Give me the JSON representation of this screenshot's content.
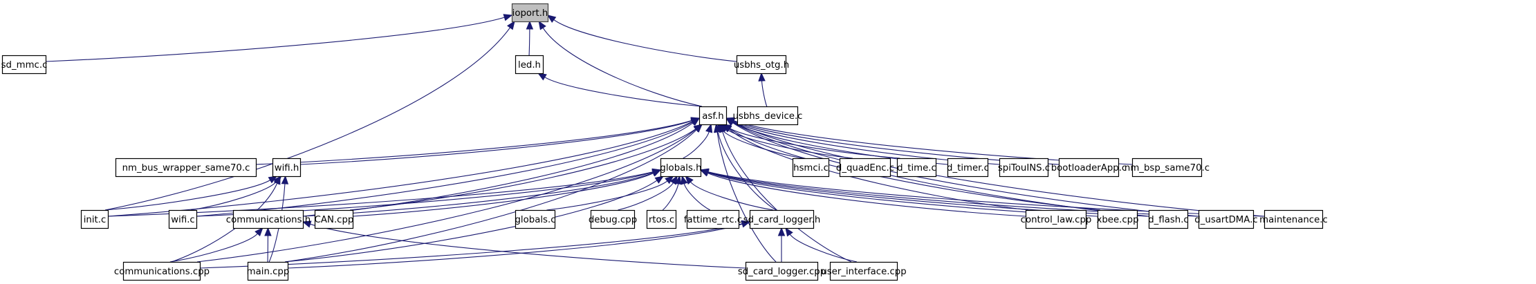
{
  "diagram": {
    "type": "include-dependency-graph",
    "root": "ioport.h",
    "colors": {
      "edge": "#191970",
      "root_fill": "#bfbfbf",
      "node_fill": "#ffffff",
      "node_border": "#000000"
    },
    "nodes": [
      {
        "id": "ioport_h",
        "label": "ioport.h"
      },
      {
        "id": "sd_mmc_c",
        "label": "sd_mmc.c"
      },
      {
        "id": "led_h",
        "label": "led.h"
      },
      {
        "id": "usbhs_otg_h",
        "label": "usbhs_otg.h"
      },
      {
        "id": "asf_h",
        "label": "asf.h"
      },
      {
        "id": "usbhs_device_c",
        "label": "usbhs_device.c"
      },
      {
        "id": "nm_bus_wrapper_same70_c",
        "label": "nm_bus_wrapper_same70.c"
      },
      {
        "id": "wifi_h",
        "label": "wifi.h"
      },
      {
        "id": "globals_h",
        "label": "globals.h"
      },
      {
        "id": "hsmci_c",
        "label": "hsmci.c"
      },
      {
        "id": "d_quadEnc_c",
        "label": "d_quadEnc.c"
      },
      {
        "id": "d_time_c",
        "label": "d_time.c"
      },
      {
        "id": "d_timer_c",
        "label": "d_timer.c"
      },
      {
        "id": "spiTouINS_c",
        "label": "spiTouINS.c"
      },
      {
        "id": "bootloaderApp_c",
        "label": "bootloaderApp.c"
      },
      {
        "id": "nm_bsp_same70_c",
        "label": "nm_bsp_same70.c"
      },
      {
        "id": "init_c",
        "label": "init.c"
      },
      {
        "id": "wifi_c",
        "label": "wifi.c"
      },
      {
        "id": "communications_h",
        "label": "communications.h"
      },
      {
        "id": "CAN_cpp",
        "label": "CAN.cpp"
      },
      {
        "id": "globals_c",
        "label": "globals.c"
      },
      {
        "id": "debug_cpp",
        "label": "debug.cpp"
      },
      {
        "id": "rtos_c",
        "label": "rtos.c"
      },
      {
        "id": "fattime_rtc_c",
        "label": "fattime_rtc.c"
      },
      {
        "id": "sd_card_logger_h",
        "label": "sd_card_logger.h"
      },
      {
        "id": "control_law_cpp",
        "label": "control_law.cpp"
      },
      {
        "id": "xbee_cpp",
        "label": "xbee.cpp"
      },
      {
        "id": "d_flash_c",
        "label": "d_flash.c"
      },
      {
        "id": "d_usartDMA_c",
        "label": "d_usartDMA.c"
      },
      {
        "id": "maintenance_c",
        "label": "maintenance.c"
      },
      {
        "id": "communications_cpp",
        "label": "communications.cpp"
      },
      {
        "id": "main_cpp",
        "label": "main.cpp"
      },
      {
        "id": "sd_card_logger_cpp",
        "label": "sd_card_logger.cpp"
      },
      {
        "id": "user_interface_cpp",
        "label": "user_interface.cpp"
      }
    ],
    "edges": [
      {
        "from": "sd_mmc_c",
        "to": "ioport_h"
      },
      {
        "from": "init_c",
        "to": "ioport_h"
      },
      {
        "from": "led_h",
        "to": "ioport_h"
      },
      {
        "from": "asf_h",
        "to": "ioport_h"
      },
      {
        "from": "usbhs_otg_h",
        "to": "ioport_h"
      },
      {
        "from": "asf_h",
        "to": "led_h"
      },
      {
        "from": "usbhs_device_c",
        "to": "usbhs_otg_h"
      },
      {
        "from": "nm_bus_wrapper_same70_c",
        "to": "asf_h"
      },
      {
        "from": "wifi_h",
        "to": "asf_h"
      },
      {
        "from": "globals_h",
        "to": "asf_h"
      },
      {
        "from": "hsmci_c",
        "to": "asf_h"
      },
      {
        "from": "d_quadEnc_c",
        "to": "asf_h"
      },
      {
        "from": "d_time_c",
        "to": "asf_h"
      },
      {
        "from": "d_timer_c",
        "to": "asf_h"
      },
      {
        "from": "spiTouINS_c",
        "to": "asf_h"
      },
      {
        "from": "bootloaderApp_c",
        "to": "asf_h"
      },
      {
        "from": "nm_bsp_same70_c",
        "to": "asf_h"
      },
      {
        "from": "init_c",
        "to": "asf_h"
      },
      {
        "from": "wifi_c",
        "to": "asf_h"
      },
      {
        "from": "communications_h",
        "to": "asf_h"
      },
      {
        "from": "CAN_cpp",
        "to": "asf_h"
      },
      {
        "from": "sd_card_logger_h",
        "to": "asf_h"
      },
      {
        "from": "control_law_cpp",
        "to": "asf_h"
      },
      {
        "from": "xbee_cpp",
        "to": "asf_h"
      },
      {
        "from": "d_flash_c",
        "to": "asf_h"
      },
      {
        "from": "d_usartDMA_c",
        "to": "asf_h"
      },
      {
        "from": "maintenance_c",
        "to": "asf_h"
      },
      {
        "from": "communications_cpp",
        "to": "asf_h"
      },
      {
        "from": "main_cpp",
        "to": "asf_h"
      },
      {
        "from": "sd_card_logger_cpp",
        "to": "asf_h"
      },
      {
        "from": "user_interface_cpp",
        "to": "asf_h"
      },
      {
        "from": "init_c",
        "to": "wifi_h"
      },
      {
        "from": "wifi_c",
        "to": "wifi_h"
      },
      {
        "from": "communications_cpp",
        "to": "wifi_h"
      },
      {
        "from": "main_cpp",
        "to": "wifi_h"
      },
      {
        "from": "init_c",
        "to": "globals_h"
      },
      {
        "from": "wifi_c",
        "to": "globals_h"
      },
      {
        "from": "communications_h",
        "to": "globals_h"
      },
      {
        "from": "CAN_cpp",
        "to": "globals_h"
      },
      {
        "from": "globals_c",
        "to": "globals_h"
      },
      {
        "from": "debug_cpp",
        "to": "globals_h"
      },
      {
        "from": "rtos_c",
        "to": "globals_h"
      },
      {
        "from": "fattime_rtc_c",
        "to": "globals_h"
      },
      {
        "from": "sd_card_logger_h",
        "to": "globals_h"
      },
      {
        "from": "control_law_cpp",
        "to": "globals_h"
      },
      {
        "from": "xbee_cpp",
        "to": "globals_h"
      },
      {
        "from": "d_flash_c",
        "to": "globals_h"
      },
      {
        "from": "d_usartDMA_c",
        "to": "globals_h"
      },
      {
        "from": "maintenance_c",
        "to": "globals_h"
      },
      {
        "from": "main_cpp",
        "to": "globals_h"
      },
      {
        "from": "communications_cpp",
        "to": "communications_h"
      },
      {
        "from": "main_cpp",
        "to": "communications_h"
      },
      {
        "from": "sd_card_logger_cpp",
        "to": "communications_h"
      },
      {
        "from": "communications_cpp",
        "to": "sd_card_logger_h"
      },
      {
        "from": "main_cpp",
        "to": "sd_card_logger_h"
      },
      {
        "from": "sd_card_logger_cpp",
        "to": "sd_card_logger_h"
      },
      {
        "from": "user_interface_cpp",
        "to": "sd_card_logger_h"
      }
    ]
  }
}
